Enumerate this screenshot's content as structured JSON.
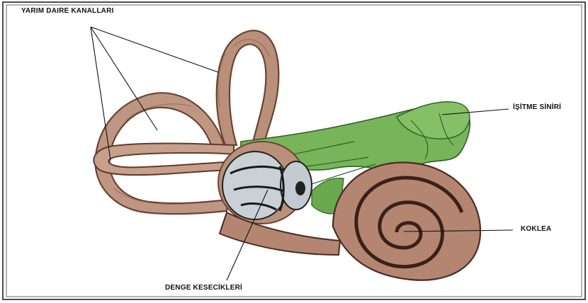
{
  "labels": {
    "semicircular_canals": "YARIM DAIRE KANALLARI",
    "auditory_nerve": "İŞİTME SİNİRİ",
    "cochlea": "KOKLEA",
    "vestibule": "DENGE KESECİKLERİ"
  },
  "colors": {
    "frame": "#222222",
    "canal_fill": "#b9907a",
    "canal_dark": "#6b4434",
    "nerve_fill": "#78b45a",
    "nerve_dark": "#2f5e28",
    "sac_fill": "#c9d0d6",
    "sac_dark": "#222222",
    "cochlea_fill": "#b48672",
    "cochlea_dark": "#4a2c22",
    "leader_line": "#111111"
  }
}
